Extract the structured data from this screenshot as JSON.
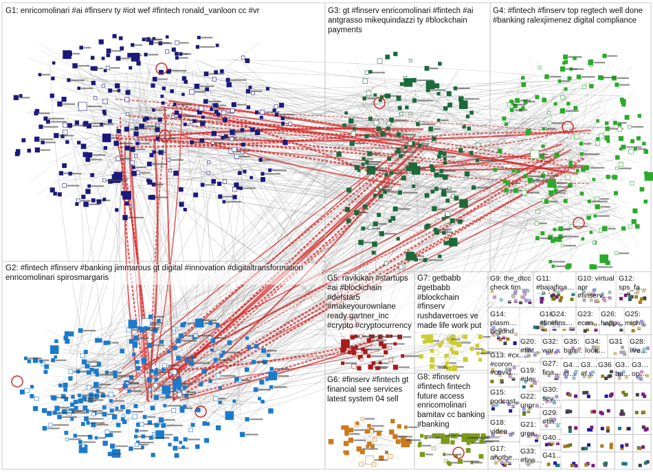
{
  "groups": [
    {
      "id": "G1",
      "label": "G1: enricomolinari #ai #finserv ty #iot wef #fintech ronald_vanloon cc #vr",
      "node_color": "#1a1a7a"
    },
    {
      "id": "G2",
      "label": "G2: #fintech #finserv #banking jimmarous gt digital #innovation #digitaltransformation enricomolinari spirosmargaris",
      "node_color": "#1a7acc"
    },
    {
      "id": "G3",
      "label": "G3: gt #finserv enricomolinari #fintech #ai antgrasso mikequindazzi ty #blockchain payments",
      "node_color": "#1a6a3a"
    },
    {
      "id": "G4",
      "label": "G4: #fintech #finserv top regtech well done #banking ralexjimenez digital compliance",
      "node_color": "#2aaa2a"
    },
    {
      "id": "G5",
      "label": "G5: ravikikan #startups #ai #blockchain #defstar5 #makeyourownlane ready gartner_inc #crypto #cryptocurrency",
      "node_color": "#aa1a1a"
    },
    {
      "id": "G6",
      "label": "G6: #finserv #fintech gt financial see services latest system 04 sell",
      "node_color": "#cc7a1a"
    },
    {
      "id": "G7",
      "label": "G7: getbabb #getbabb #blockchain #finserv rushdaverroes ve made life work put",
      "node_color": "#cccc33"
    },
    {
      "id": "G8",
      "label": "G8: #finserv #fintech fintech future access enricomolinari bamitav cc banking #banking",
      "node_color": "#7a9a1a"
    },
    {
      "id": "G9",
      "label": "G9: the_dtcc check tim…"
    },
    {
      "id": "G10",
      "label": "G10: virtual apr #finserv…"
    },
    {
      "id": "G11",
      "label": "G11: #bajajfina… #nbfc…"
    },
    {
      "id": "G12",
      "label": "G12: sps_fa… #spsfa…"
    },
    {
      "id": "G13",
      "label": "G13: #cx… #coron… #covid…"
    },
    {
      "id": "G14",
      "label": "G14: plasm… beyond hype…"
    },
    {
      "id": "G15",
      "label": "G15: podcast… one…"
    },
    {
      "id": "G16",
      "label": "G16: #fintec…"
    },
    {
      "id": "G17",
      "label": "G17: anothe…"
    },
    {
      "id": "G18",
      "label": "G18: video…"
    },
    {
      "id": "G19",
      "label": "G19: #de…"
    },
    {
      "id": "G20",
      "label": "G20: #fint…"
    },
    {
      "id": "G21",
      "label": "G21: grea…"
    },
    {
      "id": "G22",
      "label": "G22: unpr…"
    },
    {
      "id": "G23",
      "label": "G23: econ…"
    },
    {
      "id": "G24",
      "label": "G24: #fins…"
    },
    {
      "id": "G25",
      "label": "G25: mich…"
    },
    {
      "id": "G26",
      "label": "G26: happ…"
    },
    {
      "id": "G27",
      "label": "G27: fina…"
    },
    {
      "id": "G28",
      "label": "G28: live…"
    },
    {
      "id": "G29",
      "label": "G29: #fin…"
    },
    {
      "id": "G30",
      "label": "G30: sev… ban…"
    },
    {
      "id": "G31",
      "label": "G31"
    },
    {
      "id": "G32",
      "label": "G32: war…"
    },
    {
      "id": "G33",
      "label": "G33: #fins…"
    },
    {
      "id": "G34",
      "label": "G34: look…"
    },
    {
      "id": "G35",
      "label": "G35: ban…"
    },
    {
      "id": "G36",
      "label": "G36"
    },
    {
      "id": "G37",
      "label": "G3… ba…"
    },
    {
      "id": "G38",
      "label": "G3… op…"
    },
    {
      "id": "G40",
      "label": "G40…"
    },
    {
      "id": "G41",
      "label": "G41…"
    },
    {
      "id": "G4x",
      "label": "G4… #f…"
    },
    {
      "id": "G3x",
      "label": "G3… #f…"
    }
  ],
  "colors": {
    "edge_gray": "#9a9a9a",
    "edge_red": "#d42020",
    "panel_border": "#bdbdbd",
    "label_bg": "#ffffff"
  }
}
